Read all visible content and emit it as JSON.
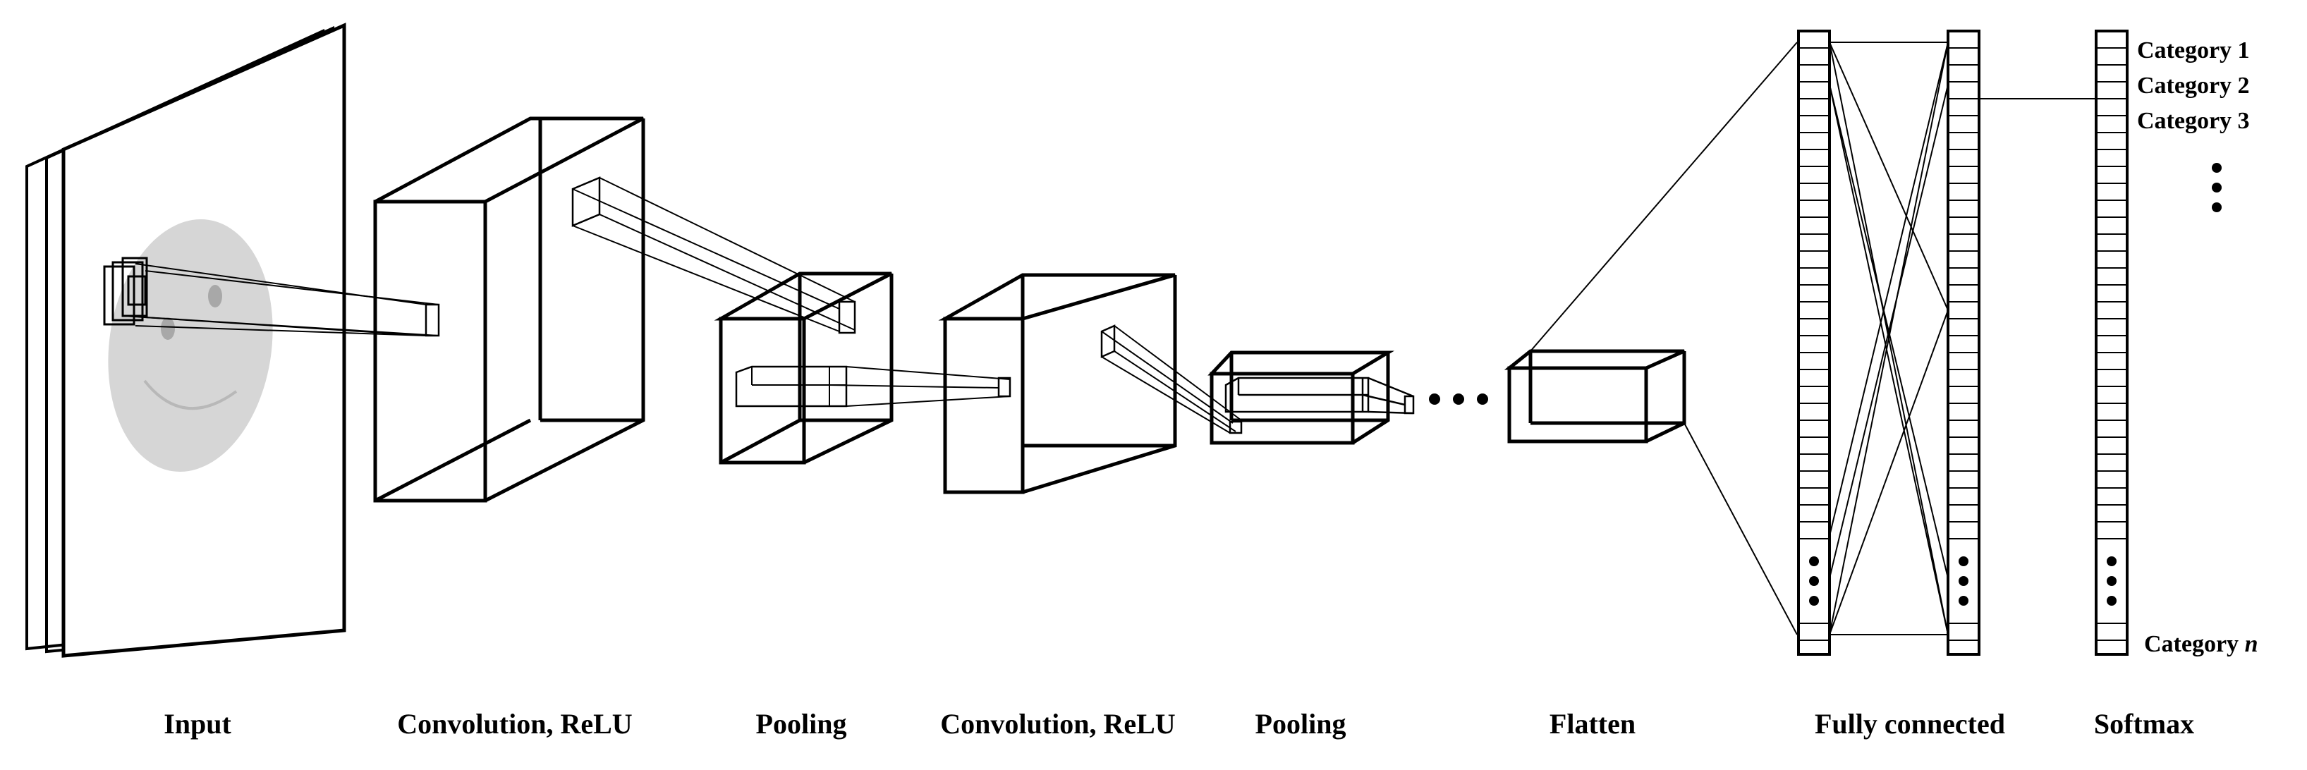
{
  "stages": {
    "input": "Input",
    "conv1": "Convolution, ReLU",
    "pool1": "Pooling",
    "conv2": "Convolution, ReLU",
    "pool2": "Pooling",
    "flatten": "Flatten",
    "fc": "Fully connected",
    "softmax": "Softmax"
  },
  "categories": {
    "c1": "Category 1",
    "c2": "Category 2",
    "c3": "Category 3",
    "cn_prefix": "Category ",
    "cn_var": "n"
  },
  "ellipsis": "..."
}
